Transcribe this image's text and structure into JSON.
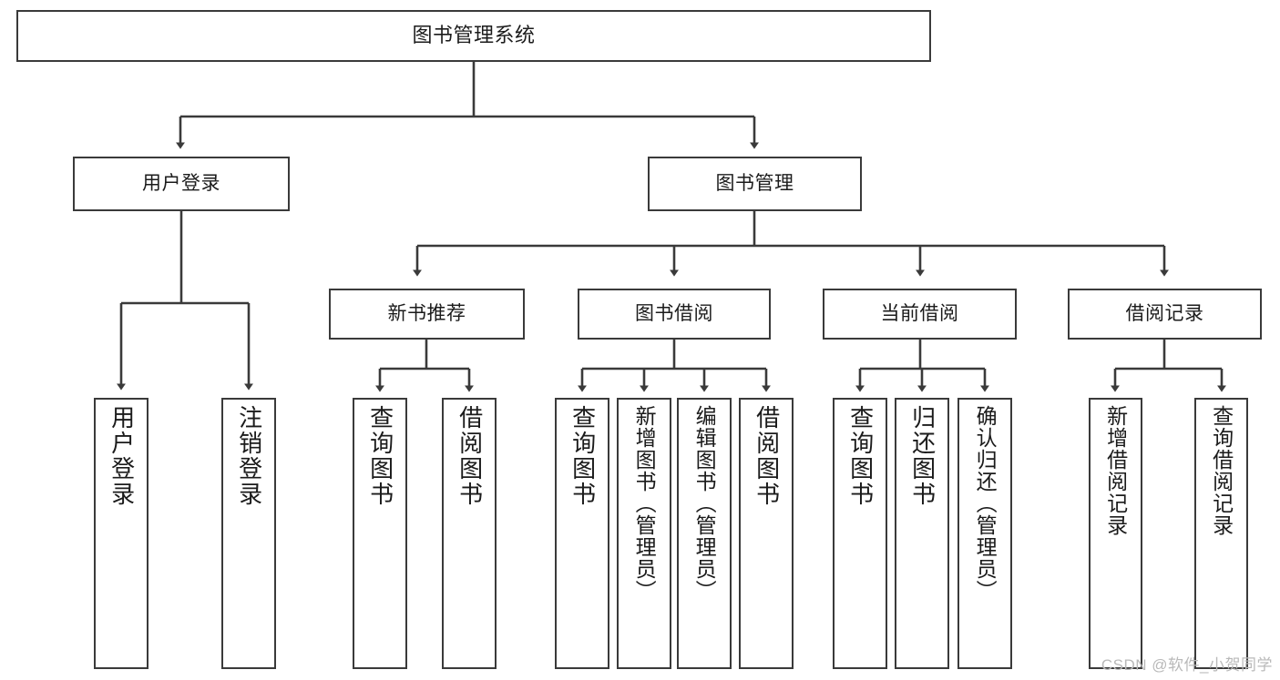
{
  "diagram": {
    "type": "tree",
    "title": "图书管理系统",
    "watermark": "CSDN @软件_小贺同学",
    "colors": {
      "stroke": "#3a3a3a",
      "text": "#1b1b1b",
      "background": "#ffffff",
      "watermark": "#b9b9b9"
    },
    "root": {
      "label": "图书管理系统"
    },
    "level1": [
      {
        "label": "用户登录"
      },
      {
        "label": "图书管理"
      }
    ],
    "level2": [
      {
        "label": "新书推荐"
      },
      {
        "label": "图书借阅"
      },
      {
        "label": "当前借阅"
      },
      {
        "label": "借阅记录"
      }
    ],
    "leaves": {
      "user_login": [
        {
          "label": "用户登录"
        },
        {
          "label": "注销登录"
        }
      ],
      "new_book_recommend": [
        {
          "label": "查询图书"
        },
        {
          "label": "借阅图书"
        }
      ],
      "book_borrow": [
        {
          "label": "查询图书"
        },
        {
          "label": "新增图书（管理员）"
        },
        {
          "label": "编辑图书（管理员）"
        },
        {
          "label": "借阅图书"
        }
      ],
      "current_borrow": [
        {
          "label": "查询图书"
        },
        {
          "label": "归还图书"
        },
        {
          "label": "确认归还（管理员）"
        }
      ],
      "borrow_record": [
        {
          "label": "新增借阅记录"
        },
        {
          "label": "查询借阅记录"
        }
      ]
    }
  }
}
